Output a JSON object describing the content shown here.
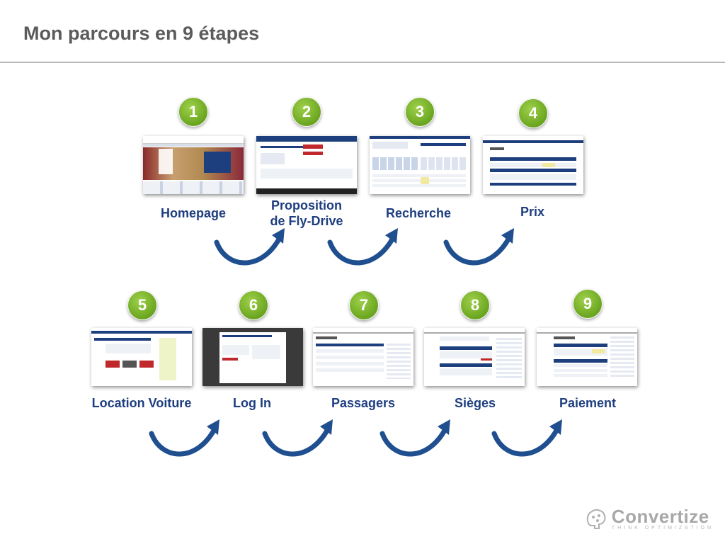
{
  "slide": {
    "title": "Mon parcours en 9 étapes"
  },
  "steps": [
    {
      "number": "1",
      "label": "Homepage"
    },
    {
      "number": "2",
      "label": "Proposition\nde Fly-Drive"
    },
    {
      "number": "3",
      "label": "Recherche"
    },
    {
      "number": "4",
      "label": "Prix"
    },
    {
      "number": "5",
      "label": "Location Voiture"
    },
    {
      "number": "6",
      "label": "Log In"
    },
    {
      "number": "7",
      "label": "Passagers"
    },
    {
      "number": "8",
      "label": "Sièges"
    },
    {
      "number": "9",
      "label": "Paiement"
    }
  ],
  "logo": {
    "name": "Convertize",
    "tagline": "THINK OPTIMIZATION"
  },
  "colors": {
    "badge": "#7ab32a",
    "label": "#1e3e80",
    "arrow": "#1f4f8f"
  }
}
